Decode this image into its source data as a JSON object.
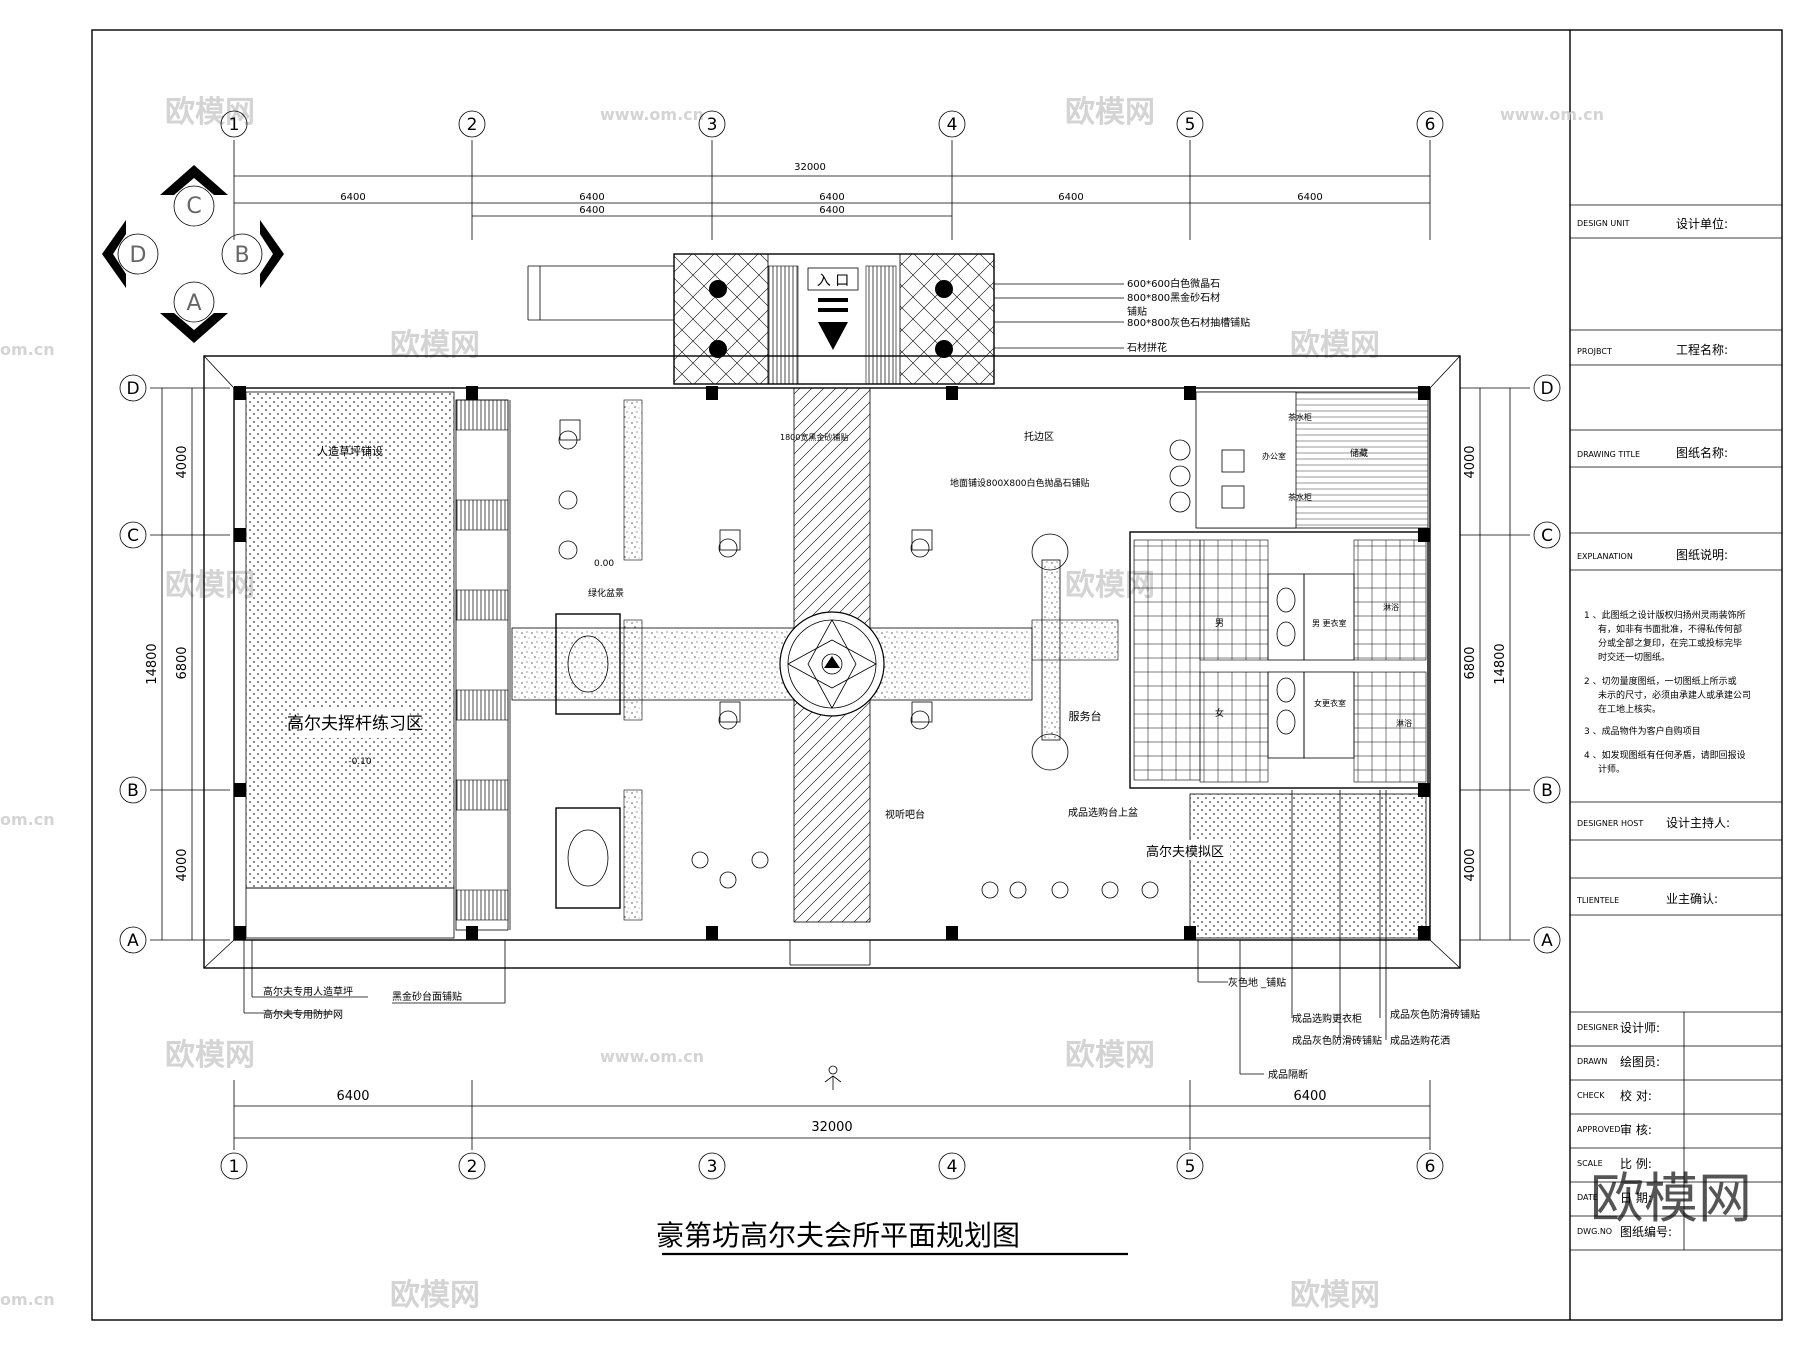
{
  "title": "豪第坊高尔夫会所平面规划图",
  "logo_text": "欧模网",
  "watermark": {
    "text_cn": "欧模网",
    "text_url": "www.om.cn",
    "text_url2": "om.cn"
  },
  "grid": {
    "columns": [
      "1",
      "2",
      "3",
      "4",
      "5",
      "6"
    ],
    "rows": [
      "A",
      "B",
      "C",
      "D"
    ],
    "top_total": "32000",
    "top_spans": [
      "6400",
      "6400",
      "6400",
      "6400",
      "6400"
    ],
    "top_overlap": [
      "6400",
      "6400"
    ],
    "bottom_total": "32000",
    "bottom_spans": [
      "6400",
      "6400"
    ],
    "side_total": "14800",
    "side_spans": [
      "4000",
      "6800",
      "4000"
    ]
  },
  "compass": [
    "C",
    "D",
    "B",
    "A"
  ],
  "entrance": {
    "label": "入 口",
    "callouts": [
      "600*600白色微晶石",
      "800*800黑金砂石材",
      "铺贴",
      "800*800灰色石材抽槽铺贴",
      "石材拼花"
    ]
  },
  "rooms": {
    "driving_range": "高尔夫挥杆练习区",
    "turf": "人造草坪铺设",
    "service": "服务台",
    "simulator": "高尔夫模拟区",
    "office": "办公室",
    "storage": "储藏",
    "rest": "托边区",
    "men": "男",
    "women": "女",
    "men_locker": "男 更衣室",
    "women_locker": "女更衣室",
    "shower1": "淋浴",
    "shower2": "淋浴",
    "display": "成品选购台上盆",
    "bar": "视听吧台",
    "floor_note": "地面铺设800X800白色抛晶石铺贴",
    "level1": "0.00",
    "level2": "-0.10",
    "carpet_note": "1800宽黑金砂铺贴",
    "green": "绿化盆景",
    "tea1": "茶水柜",
    "tea2": "茶水柜"
  },
  "bottom_callouts": {
    "left1": "高尔夫专用人造草坪",
    "left2": "高尔夫专用防护网",
    "left3": "黑金砂台面铺贴",
    "right1": "灰色地 _铺贴",
    "right2": "成品选购更衣柜",
    "right3": "成品灰色防滑砖铺贴",
    "right4": "成品灰色防滑砖铺贴",
    "right5": "成品选购花洒",
    "right6": "成品隔断"
  },
  "title_block": [
    {
      "en": "DESIGN UNIT",
      "cn": "设计单位:"
    },
    {
      "en": "PROJBCT",
      "cn": "工程名称:"
    },
    {
      "en": "DRAWING TITLE",
      "cn": "图纸名称:"
    },
    {
      "en": "EXPLANATION",
      "cn": "图纸说明:"
    }
  ],
  "notes": [
    "1 、此图纸之设计版权归扬州灵雨装饰所",
    "有，如非有书面批准，不得私传何部",
    "分或全部之复印，在完工或投标完毕",
    "时交还一切图纸。",
    "2 、切勿量度图纸，一切图纸上所示或",
    "未示的尺寸，必须由承建人或承建公司",
    "在工地上核实。",
    "3 、成品物件为客户自购项目",
    "4 、如发现图纸有任何矛盾，请即回报设",
    "计师。"
  ],
  "title_block_lower": [
    {
      "en": "DESIGNER HOST",
      "cn": "设计主持人:"
    },
    {
      "en": "TLIENTELE",
      "cn": "业主确认:"
    }
  ],
  "signoff": [
    {
      "en": "DESIGNER",
      "cn": "设计师:"
    },
    {
      "en": "DRAWN",
      "cn": "绘图员:"
    },
    {
      "en": "CHECK",
      "cn": "校 对:"
    },
    {
      "en": "APPROVED",
      "cn": "审 核:"
    },
    {
      "en": "SCALE",
      "cn": "比 例:"
    },
    {
      "en": "DATE",
      "cn": "日 期:"
    },
    {
      "en": "DWG.NO",
      "cn": "图纸编号:"
    }
  ]
}
